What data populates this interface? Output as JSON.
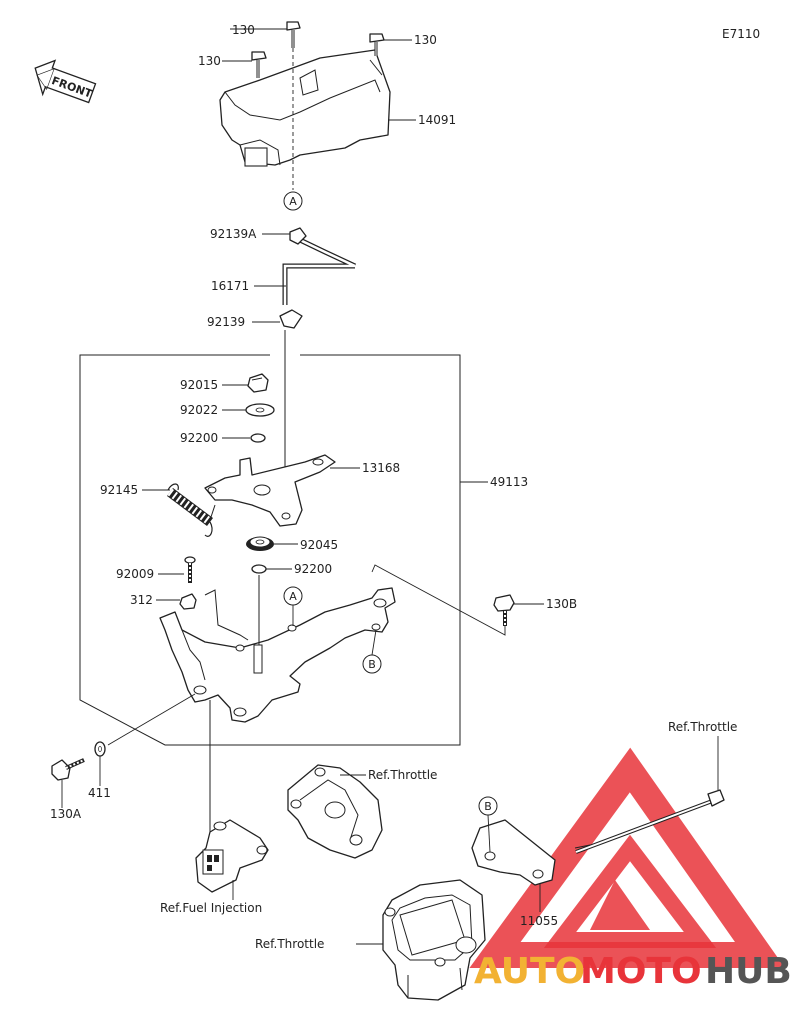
{
  "diagram_code": "E7110",
  "front_label": "FRONT",
  "callouts": {
    "a_top": "A",
    "a_mid": "A",
    "b_mid": "B",
    "b_right": "B"
  },
  "parts": {
    "p130_1": "130",
    "p130_2": "130",
    "p130_3": "130",
    "p14091": "14091",
    "p92139A": "92139A",
    "p16171": "16171",
    "p92139": "92139",
    "p92015": "92015",
    "p92022": "92022",
    "p92200_1": "92200",
    "p13168": "13168",
    "p92145": "92145",
    "p49113": "49113",
    "p92045": "92045",
    "p92009": "92009",
    "p92200_2": "92200",
    "p312": "312",
    "p130B": "130B",
    "p130A": "130A",
    "p411": "411",
    "p11055": "11055"
  },
  "refs": {
    "throttle_1": "Ref.Throttle",
    "throttle_2": "Ref.Throttle",
    "throttle_3": "Ref.Throttle",
    "fuel_injection": "Ref.Fuel Injection"
  },
  "watermark": {
    "part1": "AUTO",
    "part2": "MOTO",
    "part3": "HUB",
    "color_red": "#e8343a",
    "color_gold": "#f2b233",
    "color_gray": "#555555"
  }
}
